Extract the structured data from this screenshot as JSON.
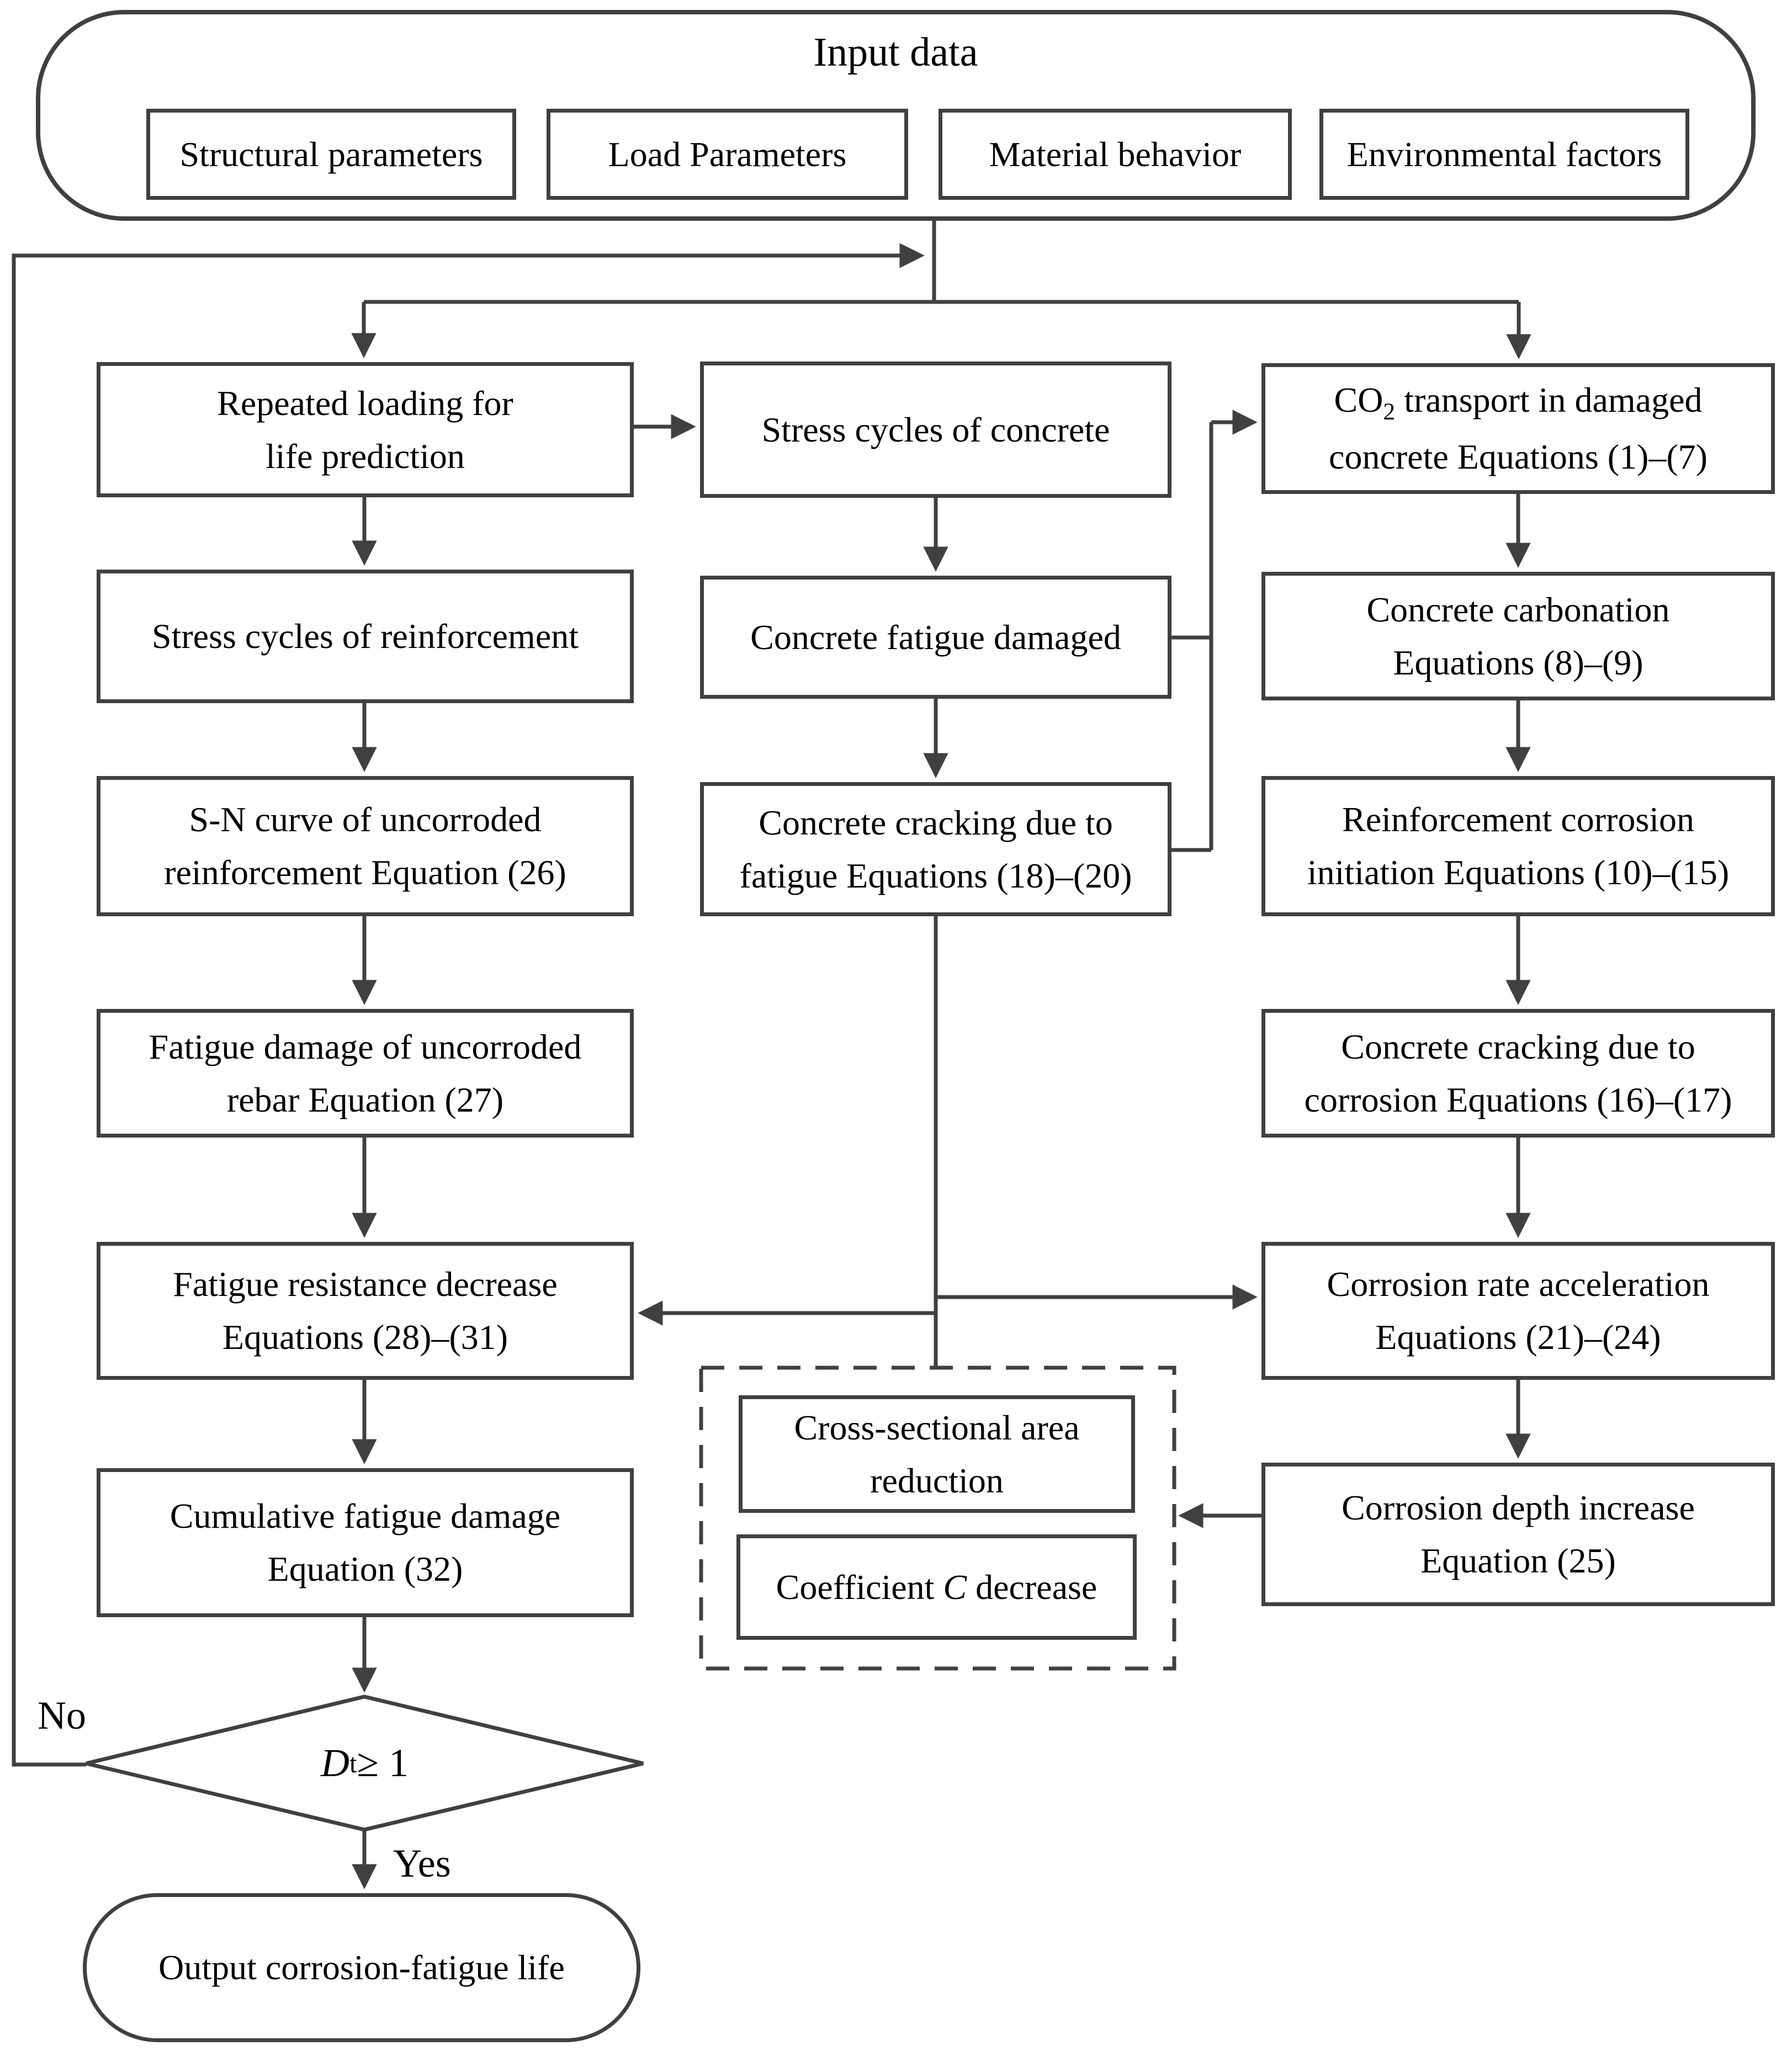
{
  "colors": {
    "stroke": "#404040",
    "text": "#000000",
    "background": "#ffffff"
  },
  "input_group": {
    "title": "Input data",
    "items": [
      {
        "label": "Structural parameters"
      },
      {
        "label": "Load Parameters"
      },
      {
        "label": "Material behavior"
      },
      {
        "label": "Environmental factors"
      }
    ]
  },
  "left_column": {
    "repeated_loading": {
      "lines": [
        "Repeated loading for",
        "life prediction"
      ]
    },
    "stress_cycles_reinforcement": {
      "lines": [
        "Stress cycles of reinforcement"
      ]
    },
    "sn_curve": {
      "lines": [
        "S-N curve of uncorroded",
        "reinforcement Equation (26)"
      ]
    },
    "fatigue_damage_rebar": {
      "lines": [
        "Fatigue damage of uncorroded",
        "rebar Equation (27)"
      ]
    },
    "fatigue_resistance": {
      "lines": [
        "Fatigue resistance decrease",
        "Equations (28)–(31)"
      ]
    },
    "cumulative_fatigue": {
      "lines": [
        "Cumulative fatigue damage",
        "Equation (32)"
      ]
    }
  },
  "middle_column": {
    "stress_cycles_concrete": {
      "lines": [
        "Stress cycles of concrete"
      ]
    },
    "concrete_fatigue_damaged": {
      "lines": [
        "Concrete fatigue damaged"
      ]
    },
    "concrete_cracking_fatigue": {
      "lines": [
        "Concrete cracking due to",
        "fatigue Equations (18)–(20)"
      ]
    }
  },
  "right_column": {
    "co2_transport": {
      "l1_pre": "CO",
      "l1_sub": "2",
      "l1_post": " transport in damaged",
      "line2": "concrete Equations (1)–(7)"
    },
    "concrete_carbonation": {
      "lines": [
        "Concrete carbonation",
        "Equations (8)–(9)"
      ]
    },
    "reinforcement_corrosion_initiation": {
      "lines": [
        "Reinforcement corrosion",
        "initiation Equations (10)–(15)"
      ]
    },
    "concrete_cracking_corrosion": {
      "lines": [
        "Concrete cracking due to",
        "corrosion Equations (16)–(17)"
      ]
    },
    "corrosion_rate_acceleration": {
      "lines": [
        "Corrosion rate acceleration",
        "Equations (21)–(24)"
      ]
    },
    "corrosion_depth_increase": {
      "lines": [
        "Corrosion depth increase",
        "Equation (25)"
      ]
    }
  },
  "dashed_group": {
    "cross_sectional": {
      "lines": [
        "Cross-sectional area",
        "reduction"
      ]
    },
    "coefficient_c": {
      "pre": "Coefficient ",
      "italic": "C",
      "post": " decrease"
    }
  },
  "decision": {
    "var": "D",
    "sub": "t",
    "cond": " ≥ 1",
    "no_label": "No",
    "yes_label": "Yes"
  },
  "output": {
    "label": "Output corrosion-fatigue life"
  }
}
